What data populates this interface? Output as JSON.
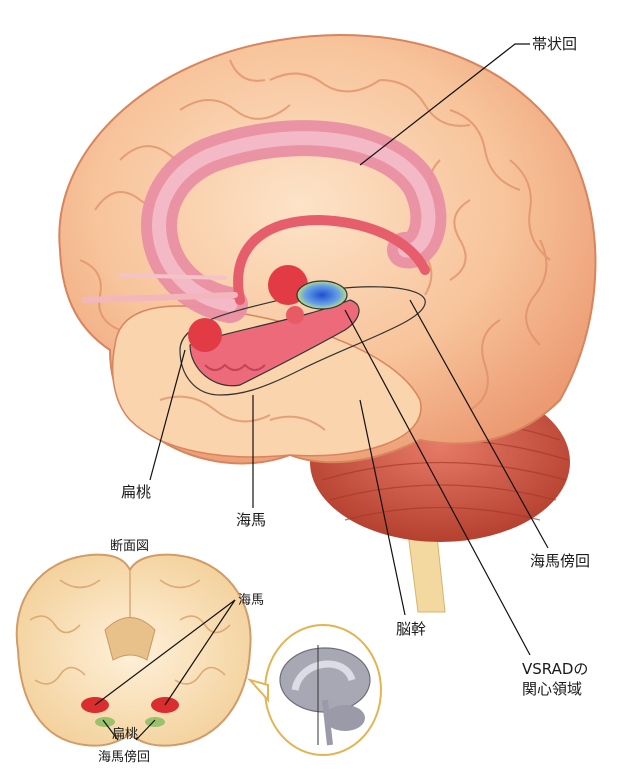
{
  "labels": {
    "cingulate_gyrus": "帯状回",
    "amygdala": "扁桃",
    "hippocampus": "海馬",
    "parahippocampal_gyrus": "海馬傍回",
    "brainstem": "脳幹",
    "vsrad_line1": "VSRADの",
    "vsrad_line2": "関心領域"
  },
  "inset": {
    "title": "断面図",
    "hippocampus": "海馬",
    "amygdala": "扁桃",
    "parahippocampal_gyrus": "海馬傍回"
  },
  "colors": {
    "cortex": "#f7c39a",
    "cortex_dark": "#e8926a",
    "limbic": "#e8566a",
    "cingulate": "#e98fa3",
    "cerebellum": "#d55a4d",
    "vsrad_region": "#2f62c9",
    "leader_line": "#111111",
    "inset_border": "#e3b552"
  }
}
